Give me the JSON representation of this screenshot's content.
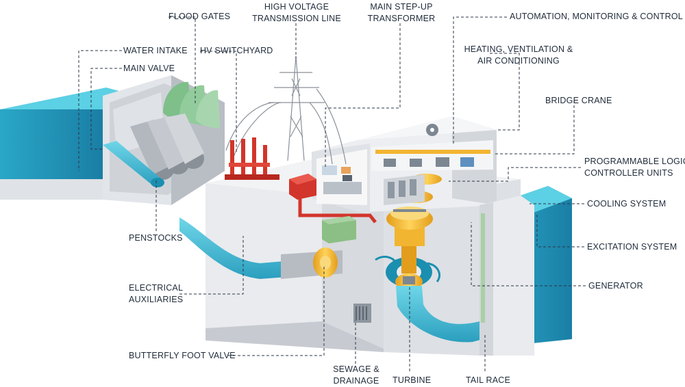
{
  "diagram": {
    "title": "Hydroelectric power plant components",
    "colors": {
      "water": "#35b6d0",
      "water_dark": "#1a8fb0",
      "concrete": "#e9ebee",
      "concrete_shade": "#c7cbd1",
      "concrete_dark": "#9fa5ad",
      "electrical_red": "#d2352b",
      "generator_yellow": "#f2b531",
      "penstock_grey": "#b7bcc3",
      "transformer_green": "#8bbf85",
      "leader_line": "#2b3445",
      "label_text": "#1f2b3a"
    },
    "labels": {
      "water_intake": "WATER INTAKE",
      "main_valve": "MAIN VALVE",
      "flood_gates": "FLOOD GATES",
      "hv_switchyard": "HV SWITCHYARD",
      "hv_line_1": "HIGH VOLTAGE",
      "hv_line_2": "TRANSMISSION LINE",
      "transformer_1": "MAIN STEP-UP",
      "transformer_2": "TRANSFORMER",
      "automation": "AUTOMATION, MONITORING & CONTROL",
      "hvac_1": "HEATING, VENTILATION &",
      "hvac_2": "AIR CONDITIONING",
      "bridge_crane": "BRIDGE CRANE",
      "plc_1": "PROGRAMMABLE LOGIC",
      "plc_2": "CONTROLLER UNITS",
      "cooling": "COOLING SYSTEM",
      "excitation": "EXCITATION SYSTEM",
      "generator": "GENERATOR",
      "penstocks": "PENSTOCKS",
      "elec_aux_1": "ELECTRICAL",
      "elec_aux_2": "AUXILIARIES",
      "butterfly_valve": "BUTTERFLY FOOT VALVE",
      "sewage_1": "SEWAGE &",
      "sewage_2": "DRAINAGE",
      "turbine": "TURBINE",
      "tail_race": "TAIL RACE"
    }
  }
}
